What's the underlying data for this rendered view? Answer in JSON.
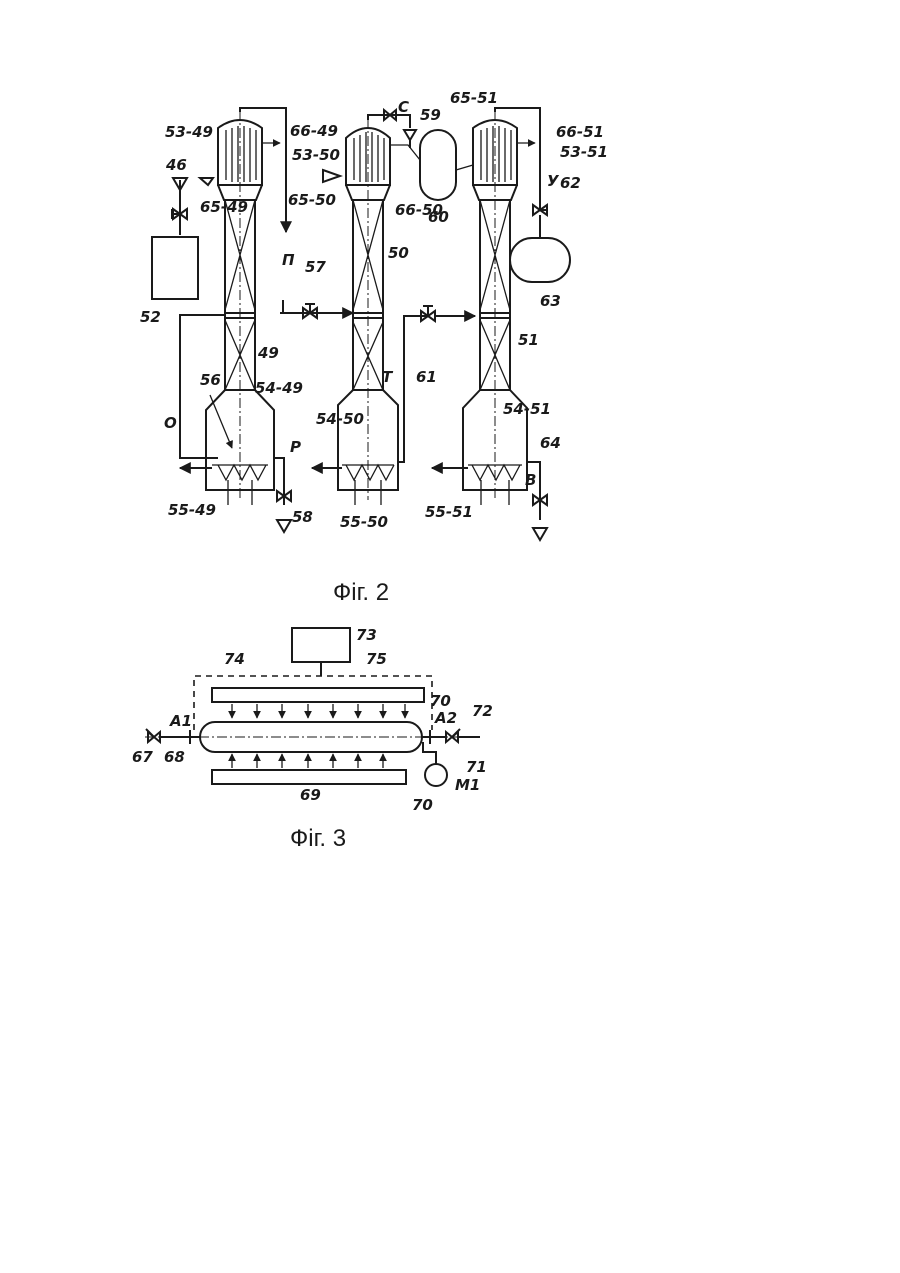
{
  "fig2": {
    "caption": "Фіг. 2",
    "labels": {
      "l53_49": "53-49",
      "l66_49": "66-49",
      "l46": "46",
      "l65_49": "65-49",
      "l52": "52",
      "l49": "49",
      "l56": "56",
      "l54_49": "54-49",
      "lO": "О",
      "lP": "Р",
      "l55_49": "55-49",
      "l58": "58",
      "l57": "57",
      "lPi": "П",
      "lC": "С",
      "l59": "59",
      "l53_50": "53-50",
      "l65_50": "65-50",
      "l66_50": "66-50",
      "l50": "50",
      "lT": "Т",
      "l54_50": "54-50",
      "l55_50": "55-50",
      "l60": "60",
      "l61": "61",
      "l65_51": "65-51",
      "l66_51": "66-51",
      "l53_51": "53-51",
      "lU": "У",
      "l62": "62",
      "l63": "63",
      "l51": "51",
      "l54_51": "54-51",
      "l64": "64",
      "lV": "В",
      "l55_51": "55-51"
    }
  },
  "fig3": {
    "caption": "Фіг. 3",
    "labels": {
      "l73": "73",
      "l74": "74",
      "l75": "75",
      "l70_top": "70",
      "l70_bottom": "70",
      "l72": "72",
      "lA1": "А1",
      "lA2": "А2",
      "l67": "67",
      "l68": "68",
      "l69": "69",
      "l71": "71",
      "lM1": "М1"
    }
  }
}
